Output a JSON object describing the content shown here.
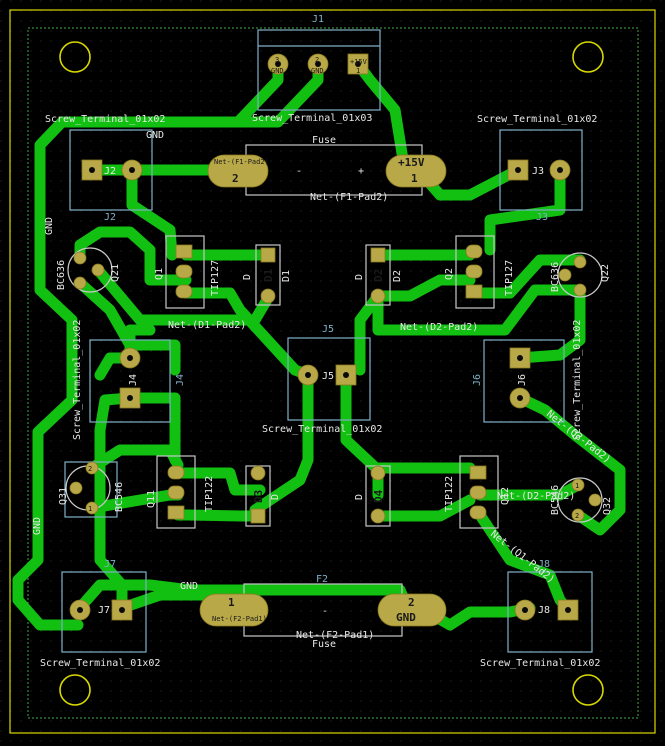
{
  "components": {
    "j1": {
      "ref": "J1",
      "value": "Screw_Terminal_01x03",
      "pins": [
        "GND",
        "GND",
        "+15V"
      ],
      "pin_numbers": [
        "3",
        "2",
        "1"
      ]
    },
    "j2": {
      "ref": "J2",
      "value": "Screw_Terminal_01x02",
      "silk_ref": "J2"
    },
    "j3": {
      "ref": "J3",
      "value": "Screw_Terminal_01x02",
      "silk_ref": "J3"
    },
    "j4": {
      "ref": "J4",
      "value": "Screw_Terminal_01x02"
    },
    "j5": {
      "ref": "J5",
      "value": "Screw_Terminal_01x02",
      "silk_ref": "J5"
    },
    "j6": {
      "ref": "J6",
      "value": "Screw_Terminal_01x02"
    },
    "j7": {
      "ref": "J7",
      "value": "Screw_Terminal_01x02",
      "silk_ref": "J7"
    },
    "j8": {
      "ref": "J8",
      "value": "Screw_Terminal_01x02",
      "silk_ref": "J8"
    },
    "f1": {
      "label": "Fuse",
      "pad2_net": "Net-(F1-Pad2)",
      "pad1_net": "+15V",
      "pad2": "2",
      "pad1": "1",
      "net": "Net-(F1-Pad2)",
      "dash": "-",
      "plus": "+"
    },
    "f2": {
      "ref": "F2",
      "label": "Fuse",
      "pad1_net": "Net-(F2-Pad1)",
      "pad2_net": "GND",
      "pad1": "1",
      "pad2": "2",
      "net": "Net-(F2-Pad1)",
      "dash": "-"
    },
    "q1": {
      "ref": "Q1",
      "value": "TIP127"
    },
    "q2": {
      "ref": "Q2",
      "value": "TIP127"
    },
    "q11": {
      "ref": "Q11",
      "value": "TIP122"
    },
    "q12": {
      "ref": "Q12",
      "value": "TIP122"
    },
    "q21": {
      "ref": "Q21",
      "value": "BC636"
    },
    "q22": {
      "ref": "Q22",
      "value": "BC636"
    },
    "q31": {
      "ref": "Q31",
      "value": "BC546"
    },
    "q32": {
      "ref": "Q32",
      "value": "BC546"
    },
    "d1": {
      "ref": "D1",
      "value": "D"
    },
    "d2": {
      "ref": "D2",
      "value": "D"
    },
    "d3": {
      "ref": "D3",
      "value": "D"
    },
    "d4": {
      "ref": "D4",
      "value": "D"
    }
  },
  "nets": {
    "gnd": "GND",
    "d1": "Net-(D1-Pad2)",
    "d2": "Net-(D2-Pad2)",
    "d2b": "Net-(D2-Pad2)",
    "q1pad2": "Net-(Q1-Pad2)",
    "q2pad2": "Net-(Q2-Pad2)"
  },
  "pin_labels": {
    "one": "1",
    "two": "2"
  },
  "colors": {
    "background": "#000000",
    "copper": "#11c011",
    "pad": "#b8a848",
    "edge_cuts": "#d8d800",
    "silkscreen": "#7fb0c8",
    "courtyard": "#c8c8c8"
  }
}
